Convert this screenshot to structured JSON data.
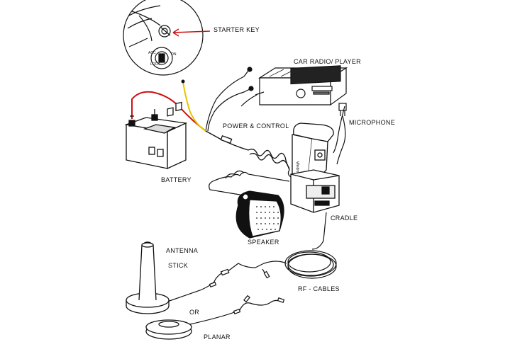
{
  "labels": {
    "starter_key": "STARTER  KEY",
    "car_radio": "CAR  RADIO/ PLAYER",
    "microphone": "MICROPHONE",
    "power_control": "POWER & CONTROL",
    "battery": "BATTERY",
    "cradle": "CRADLE",
    "speaker": "SPEAKER",
    "antenna": "ANTENNA",
    "stick": "STICK",
    "rf_cables": "RF - CABLES",
    "or": "OR",
    "planar": "PLANAR"
  },
  "colors": {
    "line": "#111111",
    "power_red": "#cc1111",
    "power_yellow": "#e8c400"
  }
}
